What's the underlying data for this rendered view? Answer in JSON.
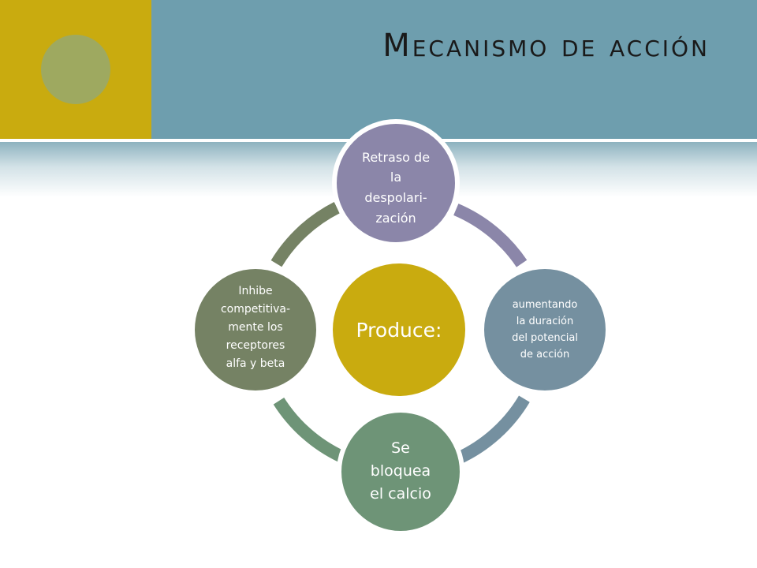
{
  "slide": {
    "title": "Mecanismo de acción"
  },
  "diagram": {
    "center": {
      "label": "Produce:"
    },
    "nodes": [
      {
        "id": "top",
        "lines": [
          "Retraso de",
          "la",
          "despolari-",
          "zación"
        ]
      },
      {
        "id": "right",
        "lines": [
          "aumentando",
          "la duración",
          "del potencial",
          "de acción"
        ]
      },
      {
        "id": "bottom",
        "lines": [
          "Se",
          "bloquea",
          "el calcio"
        ]
      },
      {
        "id": "left",
        "lines": [
          "Inhibe",
          "competitiva-",
          "mente los",
          "receptores",
          "alfa y beta"
        ]
      }
    ]
  },
  "colors": {
    "header_gold": "#c9ab0f",
    "header_slate": "#6e9eae",
    "header_circle": "#9ea960",
    "center_fill": "#c9ab0f",
    "top_fill": "#8b86a9",
    "right_fill": "#7590a0",
    "bottom_fill": "#6e9477",
    "left_fill": "#758264",
    "arc_top_right": "#8b86a9",
    "arc_right_bottom": "#7590a0",
    "arc_bottom_left": "#6e9477",
    "arc_left_top": "#758264"
  }
}
